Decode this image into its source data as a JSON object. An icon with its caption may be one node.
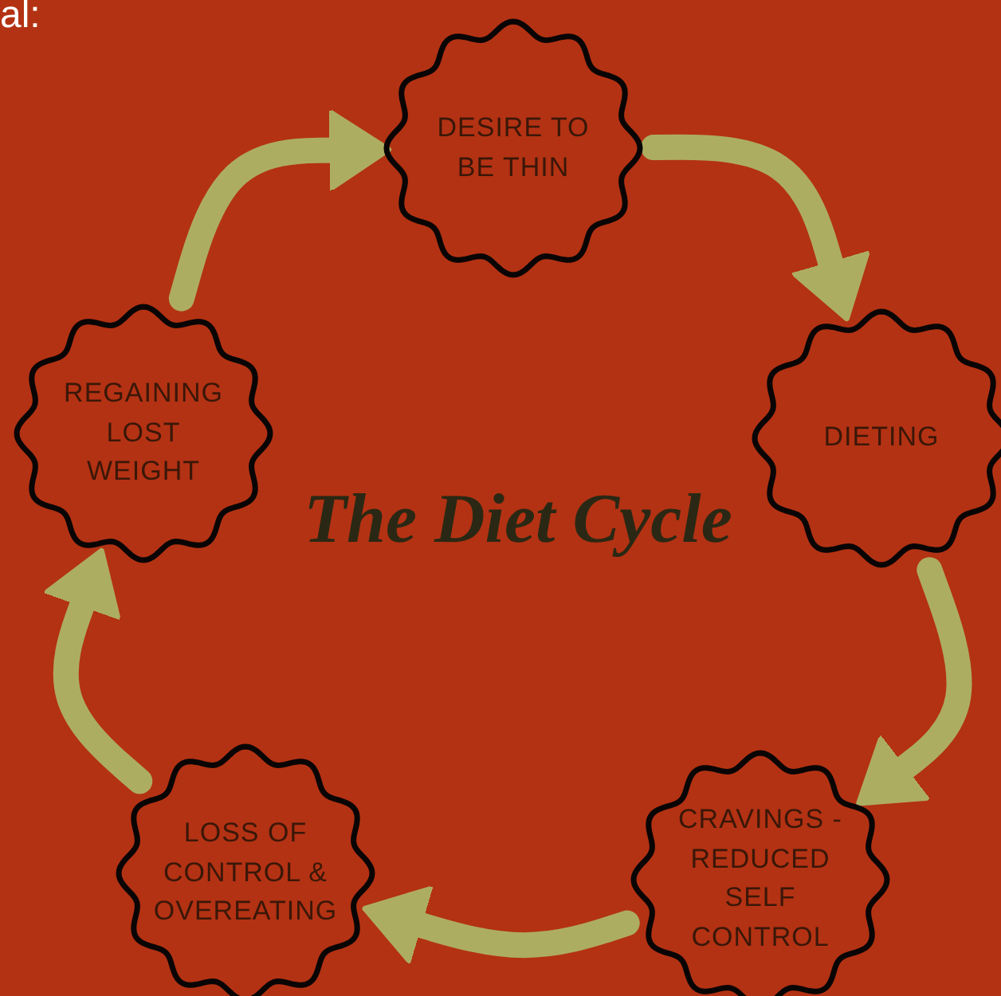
{
  "diagram": {
    "title": "The Diet Cycle",
    "nodes": [
      {
        "text": [
          "DESIRE TO BE THIN"
        ]
      },
      {
        "text": [
          "DIETING"
        ]
      },
      {
        "text": [
          "CRAVINGS - REDUCED SELF CONTROL"
        ]
      },
      {
        "text": [
          "LOSS OF CONTROL & OVEREATING"
        ]
      },
      {
        "text": [
          "REGAINING LOST WEIGHT"
        ]
      }
    ],
    "edges": [
      {
        "from": 0,
        "to": 1,
        "arrow": "to"
      },
      {
        "from": 1,
        "to": 2,
        "arrow": "to"
      },
      {
        "from": 2,
        "to": 3,
        "arrow": "to"
      },
      {
        "from": 3,
        "to": 4,
        "arrow": "to"
      },
      {
        "from": 4,
        "to": 0,
        "arrow": "to"
      }
    ],
    "labels": [
      "al:"
    ]
  }
}
